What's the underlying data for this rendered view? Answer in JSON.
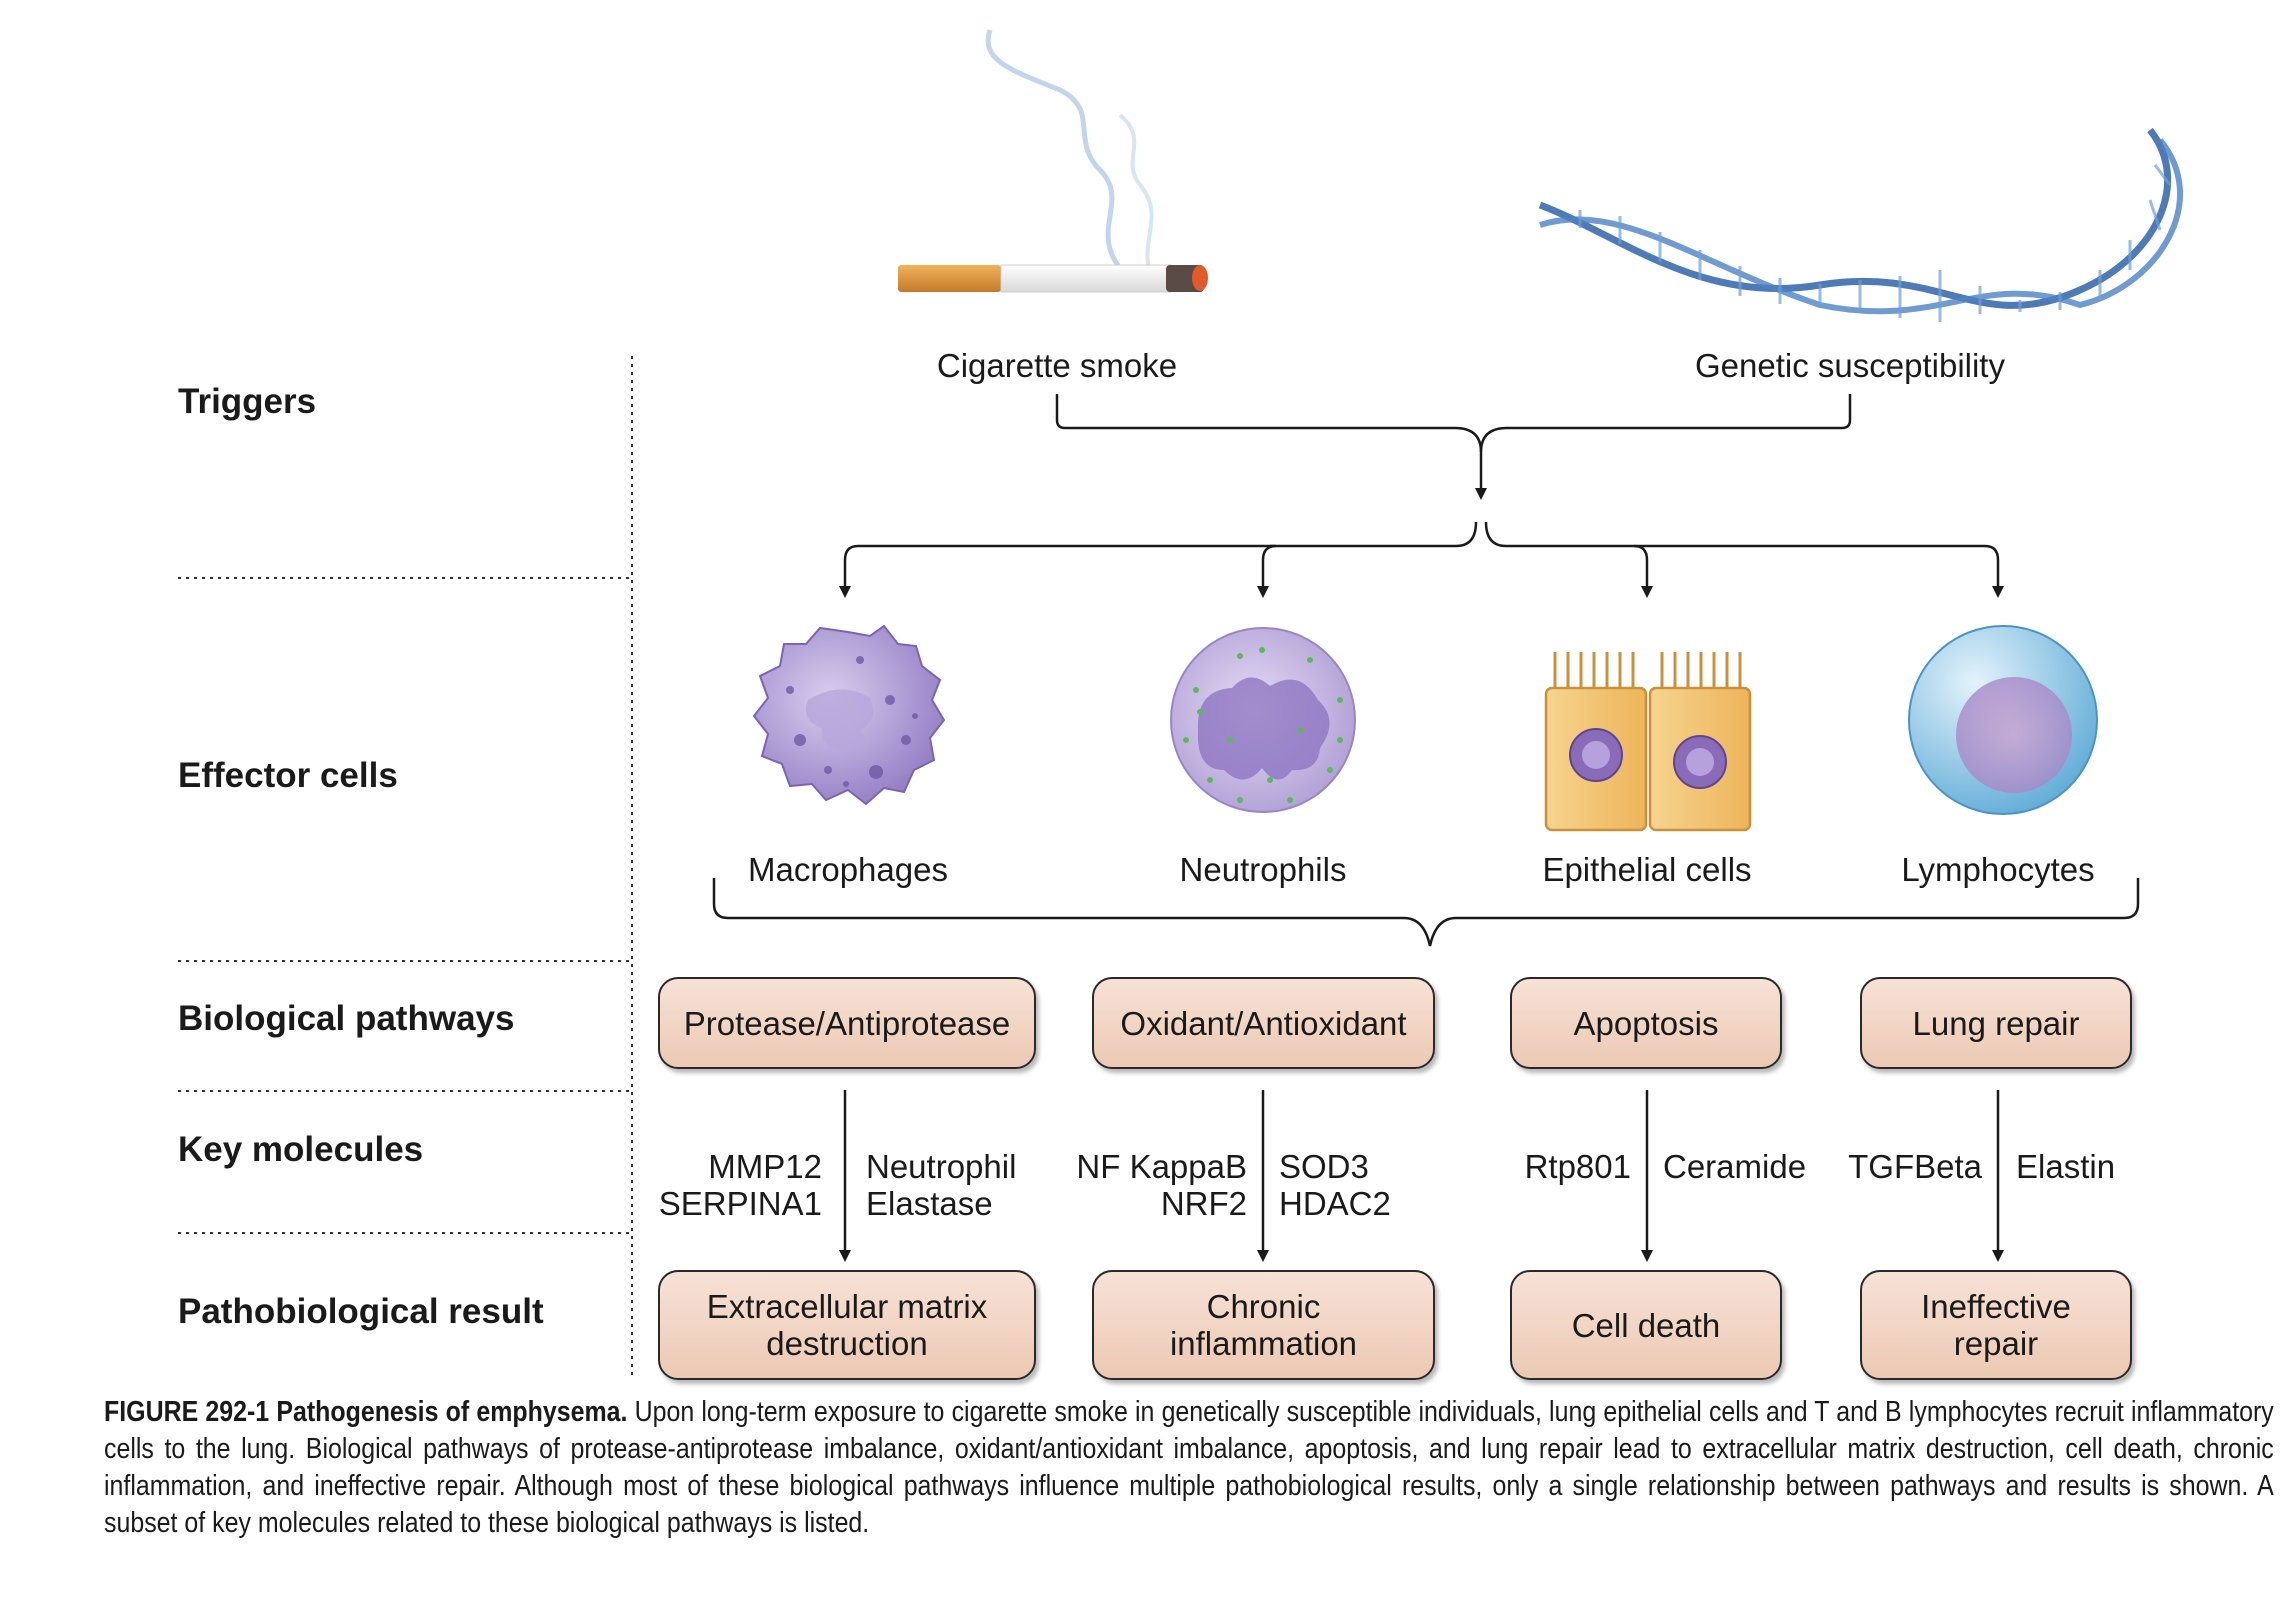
{
  "rows": {
    "triggers": "Triggers",
    "effector_cells": "Effector cells",
    "biological_pathways": "Biological pathways",
    "key_molecules": "Key molecules",
    "pathobiological_result": "Pathobiological result"
  },
  "triggers": {
    "cigarette": "Cigarette smoke",
    "genetic": "Genetic susceptibility"
  },
  "cells": {
    "macrophages": "Macrophages",
    "neutrophils": "Neutrophils",
    "epithelial": "Epithelial cells",
    "lymphocytes": "Lymphocytes"
  },
  "pathways": {
    "protease": "Protease/Antiprotease",
    "oxidant": "Oxidant/Antioxidant",
    "apoptosis": "Apoptosis",
    "lung_repair": "Lung repair"
  },
  "molecules": {
    "protease_left": [
      "MMP12",
      "SERPINA1"
    ],
    "protease_right": [
      "Neutrophil",
      "Elastase"
    ],
    "oxidant_left": [
      "NF KappaB",
      "NRF2"
    ],
    "oxidant_right": [
      "SOD3",
      "HDAC2"
    ],
    "apoptosis_left": [
      "Rtp801"
    ],
    "apoptosis_right": [
      "Ceramide"
    ],
    "repair_left": [
      "TGFBeta"
    ],
    "repair_right": [
      "Elastin"
    ]
  },
  "results": {
    "ecm": [
      "Extracellular matrix",
      "destruction"
    ],
    "inflammation": [
      "Chronic",
      "inflammation"
    ],
    "cell_death": [
      "Cell death"
    ],
    "repair": [
      "Ineffective",
      "repair"
    ]
  },
  "caption": {
    "label": "FIGURE 292-1 Pathogenesis of emphysema.",
    "text": "Upon long-term exposure to cigarette smoke in genetically susceptible individuals, lung epithelial cells and T and B lymphocytes recruit inflammatory cells to the lung. Biological pathways of protease-antiprotease imbalance, oxidant/antioxidant imbalance, apoptosis, and lung repair lead to extracellular matrix destruction, cell death, chronic inflammation, and ineffective repair. Although most of these biological pathways influence multiple pathobiological results, only a single relationship between pathways and results is shown. A subset of key molecules related to these biological pathways is listed."
  },
  "colors": {
    "box_fill": "#f2d5c4",
    "box_border": "#2a2a2a",
    "line": "#1a1a1a",
    "dna": "#2f63a8",
    "macrophage": "#a58fcf",
    "neutrophil": "#b7a5d8",
    "epithelial": "#f3c274",
    "lymphocyte": "#86c2e2"
  }
}
